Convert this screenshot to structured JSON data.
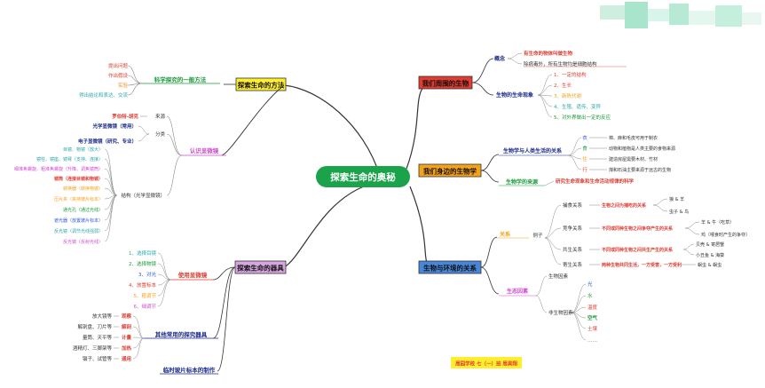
{
  "center": "探索生命的奥秘",
  "colors": {
    "center": "#1aa34a",
    "red": "#e03c31",
    "orange": "#f5a21b",
    "blue": "#4a86d8",
    "yellow": "#ffee2e",
    "purple": "#d7a6e0"
  },
  "topLeft": {
    "title": "探索生命的方法",
    "method": "科学探究的一般方法",
    "steps": [
      "提出问题",
      "作出假设",
      "实验",
      "得出结论和表达、交流"
    ]
  },
  "microscope": {
    "title": "认识显微镜",
    "origin_label": "来源",
    "origin": "罗伯特-胡克",
    "category_label": "分类",
    "categories": [
      "光学显微镜（常用）",
      "电子显微镜（研究、专业）"
    ],
    "structure_label": "结构（光学显微镜）",
    "parts": [
      "目镜、物镜（放大）",
      "镜柱、镜座、镜臂（支持、连接）",
      "细准焦螺旋、粗准焦螺旋（升降、调焦镜筒）",
      "镜筒（连接目镜和物镜）",
      "转换器（转换物镜）",
      "压片夹（夹持玻片标本）",
      "通光孔（通过光线）",
      "遮光器（放置玻片标本）",
      "反光镜（调节光线强弱）",
      "反光镜（反射光线）"
    ]
  },
  "tools": {
    "title": "探索生命的器具",
    "use_label": "使用显微镜",
    "steps": [
      "1、选择目镜",
      "2、选择物镜",
      "3、对光",
      "4、放置标本",
      "5、粗调节",
      "6、细调节"
    ],
    "other_label": "其他常用的探究器具",
    "others": [
      {
        "item": "放大镜等",
        "use": "观察"
      },
      {
        "item": "解剖盘、刀片等",
        "use": "解剖"
      },
      {
        "item": "量筒、天平等",
        "use": "计量"
      },
      {
        "item": "酒精灯、三脚架等",
        "use": "加热"
      },
      {
        "item": "镊子、试管等",
        "use": "通用"
      }
    ],
    "slide_label": "临时玻片标本的制作"
  },
  "around": {
    "title": "我们周围的生物",
    "concept_label": "概念",
    "concepts": [
      "有生命的物体叫做生物",
      "除病毒外，所有生物均是细胞结构"
    ],
    "features_label": "生物的生命现象",
    "features": [
      "1、一定的结构",
      "2、生长",
      "3、新陈代谢",
      "4、生殖、遗传、变异",
      "5、对外界做出一定的反应"
    ]
  },
  "near": {
    "title": "我们身边的生物学",
    "life_label": "生物学与人类生活的关系",
    "life": [
      {
        "k": "衣",
        "v": "棉、麻和毛皮可用于制衣"
      },
      {
        "k": "食",
        "v": "动物和植物是人类主要的食物来源"
      },
      {
        "k": "住",
        "v": "建造房屋需要木材、竹材"
      },
      {
        "k": "行",
        "v": "煤和石油主要来源于远古的生物"
      }
    ],
    "source_label": "生物学的来源",
    "source": "研究生命现象和生命活动规律的科学"
  },
  "env": {
    "title": "生物与环境的关系",
    "relation_label": "关系",
    "example_label": "例子",
    "relations": [
      {
        "name": "捕食关系",
        "desc": "生物之间为捕吃的关系",
        "examples": [
          "狼 & 羊",
          "虫子 & 鸟"
        ]
      },
      {
        "name": "竞争关系",
        "desc": "不同或同种生物之间争夺产生的关系",
        "examples": [
          "羊 & 牛（吃草）",
          "鸡（喂食时产生的争夺）"
        ]
      },
      {
        "name": "共生关系",
        "desc": "不同或同种生物之间共生产生的关系",
        "examples": [
          "贝壳 & 寄居蟹",
          "小丑鱼 & 海葵"
        ]
      },
      {
        "name": "寄生关系",
        "desc": "两种生物共同生活，一方受害，一方受利",
        "examples": [
          "蛔虫 & 蛔虫"
        ]
      }
    ],
    "factor_label": "生态因素",
    "bio_factor": "生物因素",
    "nonbio_factor": "非生物因素",
    "nonbio": [
      "光",
      "水",
      "温度",
      "空气",
      "土壤",
      "……"
    ]
  },
  "footer": "周园学校 七（一）班 周昊翔"
}
